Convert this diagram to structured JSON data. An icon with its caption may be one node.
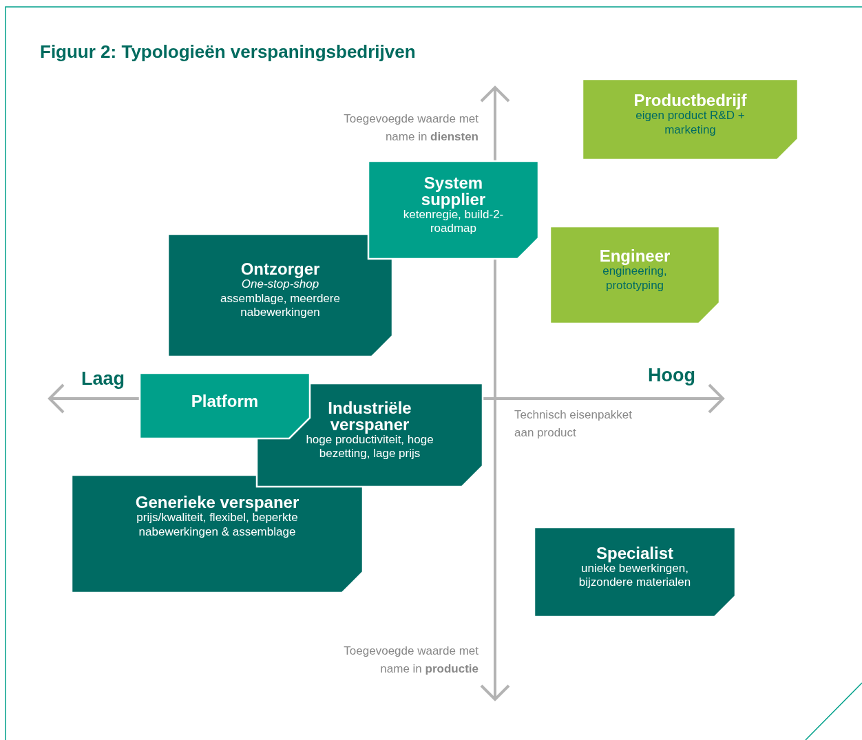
{
  "diagram": {
    "title": "Figuur 2: Typologieën verspaningsbedrijven",
    "nodes": [
      {
        "text": [
          "Productbedrijf",
          "eigen product R&D + marketing"
        ]
      },
      {
        "text": [
          "System supplier",
          "ketenregie, build-2-roadmap"
        ]
      },
      {
        "text": [
          "Engineer",
          "engineering, prototyping"
        ]
      },
      {
        "text": [
          "Ontzorger",
          "One-stop-shop",
          "assemblage, meerdere nabewerkingen"
        ]
      },
      {
        "text": [
          "Platform"
        ]
      },
      {
        "text": [
          "Industriële verspaner",
          "hoge productiviteit, hoge bezetting, lage prijs"
        ]
      },
      {
        "text": [
          "Generieke verspaner",
          "prijs/kwaliteit, flexibel, beperkte nabewerkingen & assemblage"
        ]
      },
      {
        "text": [
          "Specialist",
          "unieke bewerkingen, bijzondere materialen"
        ]
      }
    ],
    "labels": [
      "Toegevoegde waarde met name in **diensten**",
      "Laag",
      "Hoog",
      "Technisch eisenpakket aan product",
      "Toegevoegde waarde met name in **productie**"
    ]
  }
}
